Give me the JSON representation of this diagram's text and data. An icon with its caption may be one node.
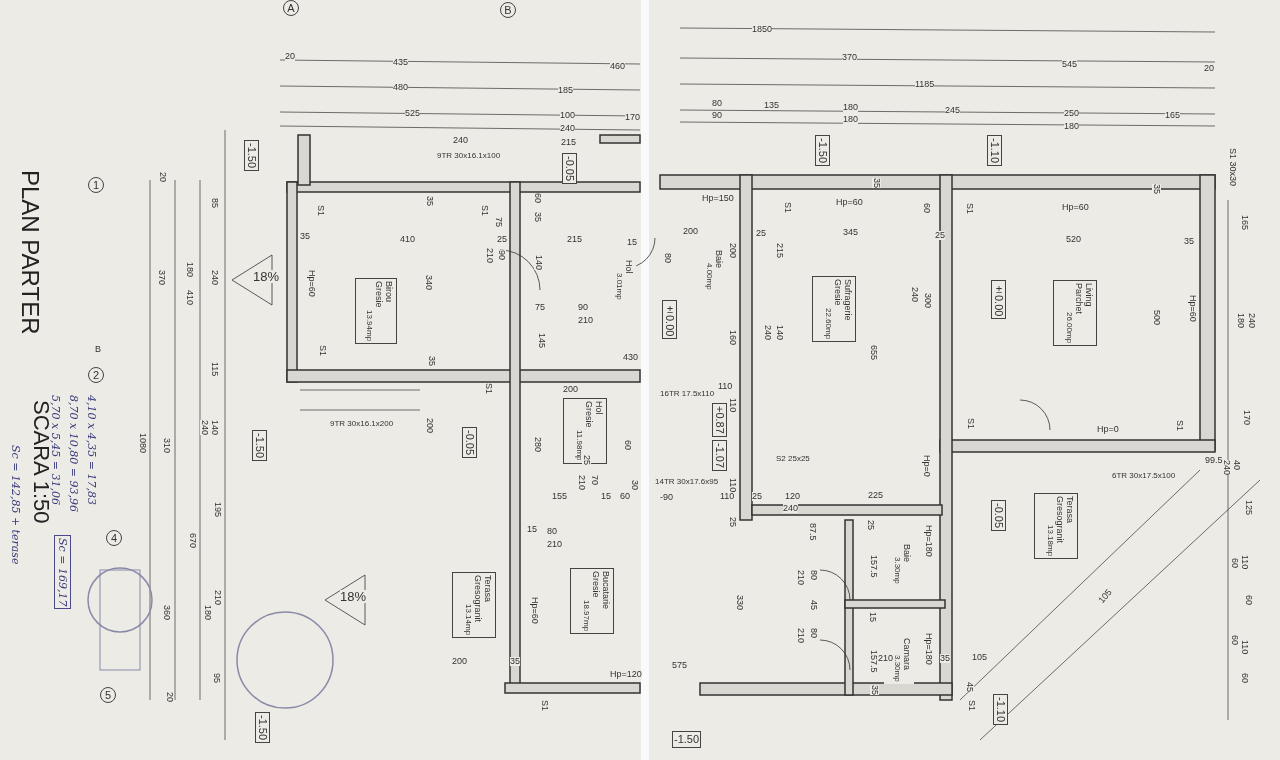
{
  "diagram": {
    "title": "PLAN PARTER",
    "nodes": [
      {
        "text": [
          "Birou",
          "Gresie",
          "13.94mp"
        ]
      },
      {
        "text": [
          "Hol",
          "3.01mp"
        ]
      },
      {
        "text": [
          "Hol",
          "Gresie",
          "11.98mp"
        ]
      },
      {
        "text": [
          "Terasa",
          "Gresogranit",
          "13.14mp"
        ]
      },
      {
        "text": [
          "Bucatarie",
          "Gresie",
          "18.97mp"
        ]
      },
      {
        "text": [
          "Baie",
          "4.00mp"
        ]
      },
      {
        "text": [
          "Sufragerie",
          "Gresie",
          "22.60mp"
        ]
      },
      {
        "text": [
          "Living",
          "Parchet",
          "26.00mp"
        ]
      },
      {
        "text": [
          "Terasa",
          "Gresogranit",
          "13.18mp"
        ]
      },
      {
        "text": [
          "Baie",
          "3.30mp"
        ]
      },
      {
        "text": [
          "Camara",
          "3.30mp"
        ]
      }
    ],
    "labels": [
      "Sc = 142,85 + terase",
      "SCARA 1:50",
      "5,70 x 5,45 = 31,06",
      "Sc = 169,17",
      "8,70 x 10,80 = 93,96",
      "4,10 x 4,35 = 17,83",
      "A",
      "B",
      "1",
      "B",
      "2",
      "4",
      "5",
      "20",
      "435",
      "460",
      "480",
      "185",
      "525",
      "100",
      "170",
      "240",
      "240",
      "215",
      "9TR 30x16.1x100",
      "-1.50",
      "-0.05",
      "20",
      "85",
      "370",
      "180",
      "410",
      "240",
      "18%",
      "Hp=60",
      "S1",
      "35",
      "S1",
      "115",
      "35",
      "410",
      "340",
      "S1",
      "75",
      "60",
      "35",
      "25",
      "215",
      "210",
      "90",
      "140",
      "15",
      "75",
      "90",
      "210",
      "145",
      "430",
      "35",
      "S1",
      "200",
      "9TR 30x16.1x200",
      "200",
      "-0.05",
      "280",
      "60",
      "25",
      "210",
      "70",
      "155",
      "15",
      "60",
      "30",
      "15",
      "80",
      "210",
      "-1.50",
      "240",
      "140",
      "1080",
      "310",
      "195",
      "670",
      "18%",
      "360",
      "180",
      "210",
      "Hp=60",
      "200",
      "35",
      "Hp=120",
      "S1",
      "95",
      "20",
      "-1.50",
      "1850",
      "370",
      "545",
      "20",
      "1185",
      "80",
      "90",
      "135",
      "180",
      "180",
      "245",
      "250",
      "180",
      "165",
      "-1.50",
      "-1.10",
      "S1 30x30",
      "Hp=150",
      "S1",
      "35",
      "Hp=60",
      "60",
      "S1",
      "Hp=60",
      "35",
      "165",
      "200",
      "25",
      "345",
      "25",
      "520",
      "35",
      "80",
      "200",
      "215",
      "±0.00",
      "240",
      "300",
      "500",
      "Hp=60",
      "180",
      "240",
      "±0.00",
      "160",
      "240",
      "140",
      "655",
      "110",
      "110",
      "16TR 17.5x110",
      "+0.87",
      "S1",
      "Hp=0",
      "S1",
      "170",
      "-1.07",
      "S2 25x25",
      "Hp=0",
      "14TR 30x17.6x95",
      "99.5",
      "40",
      "240",
      "6TR 30x17.5x100",
      "110",
      "-90",
      "110",
      "25",
      "120",
      "225",
      "240",
      "125",
      "-0.05",
      "25",
      "25",
      "87.5",
      "Hp=180",
      "157.5",
      "60",
      "110",
      "80",
      "210",
      "60",
      "45",
      "15",
      "105",
      "210",
      "80",
      "Hp=180",
      "157.5",
      "60",
      "110",
      "210",
      "575",
      "35",
      "105",
      "60",
      "35",
      "45",
      "S1",
      "-1.10",
      "-1.50",
      "330"
    ]
  }
}
